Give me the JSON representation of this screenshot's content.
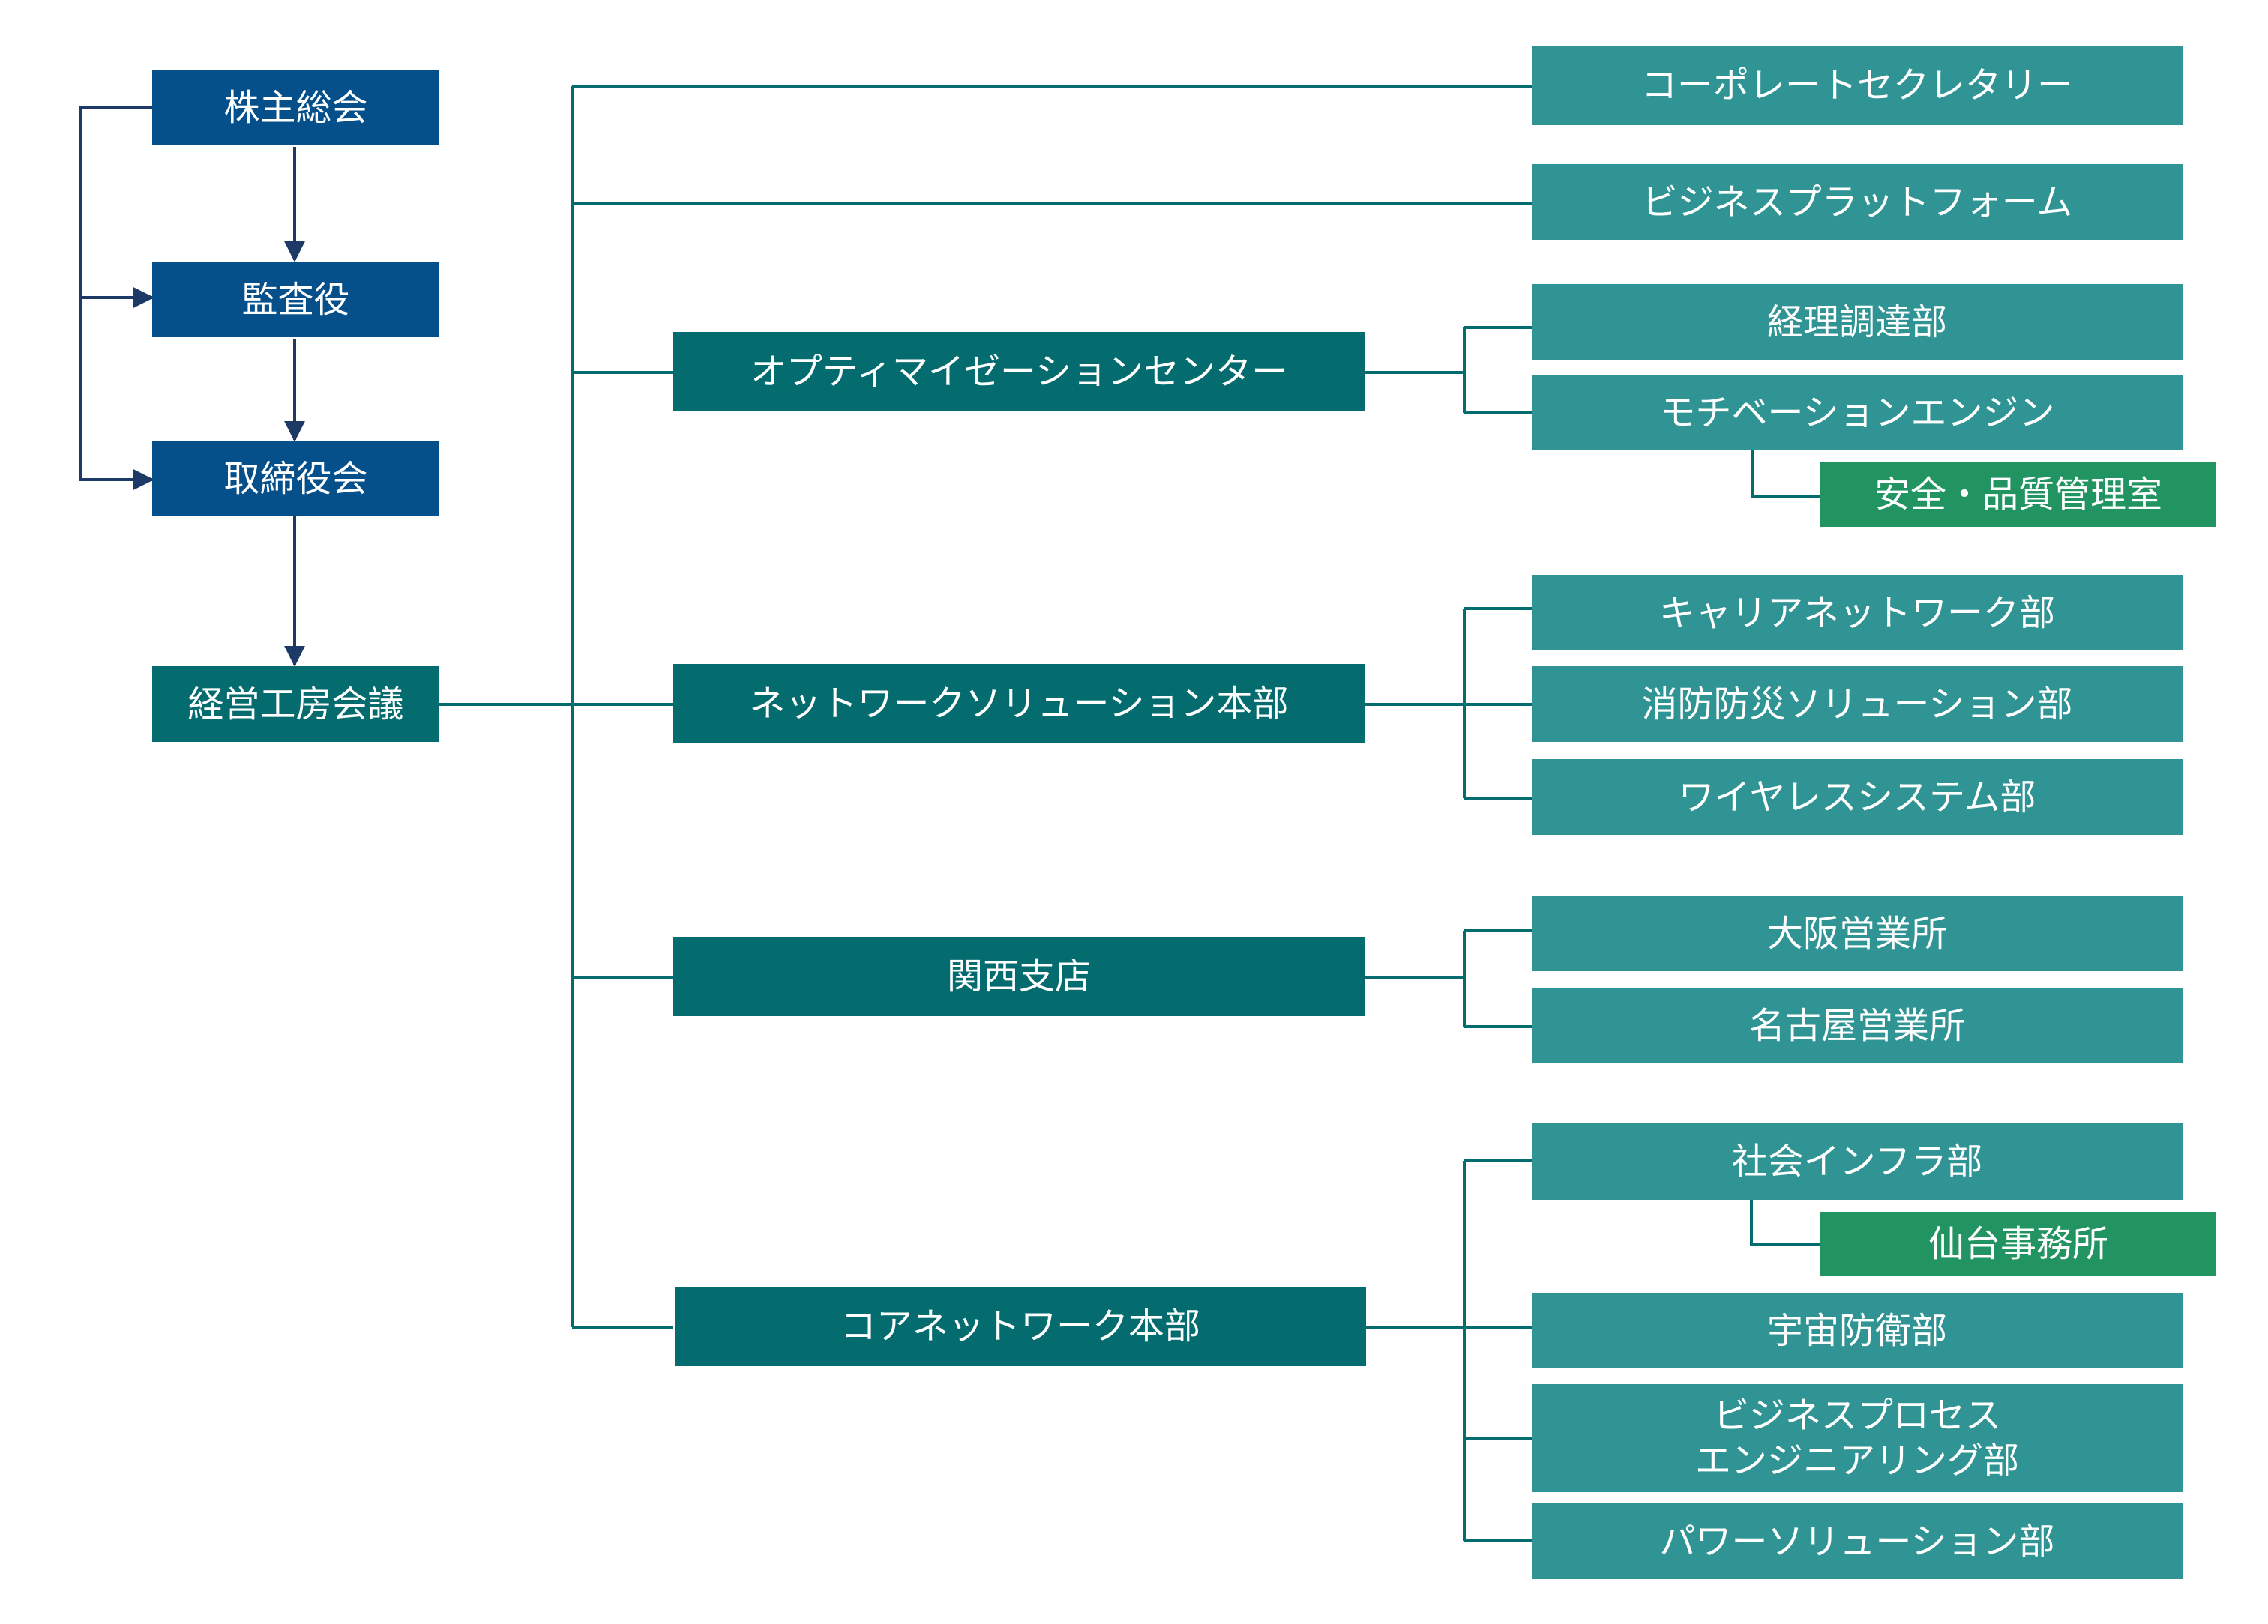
{
  "colors": {
    "governance": "#05508a",
    "management": "#046b6e",
    "division": "#046b6e",
    "department": "#319494",
    "subunit": "#229462",
    "connector_teal": "#046b6e",
    "connector_navy": "#1d3a66"
  },
  "governance": {
    "shareholders_meeting": "株主総会",
    "auditor": "監査役",
    "board_of_directors": "取締役会",
    "management_council": "経営工房会議"
  },
  "direct_departments": {
    "corporate_secretary": "コーポレートセクレタリー",
    "business_platform": "ビジネスプラットフォーム"
  },
  "divisions": {
    "optimization_center": {
      "label": "オプティマイゼーションセンター",
      "departments": {
        "accounting_procurement": "経理調達部",
        "motivation_engine": "モチベーションエンジン"
      },
      "subunits": {
        "safety_quality": "安全・品質管理室"
      }
    },
    "network_solutions": {
      "label": "ネットワークソリューション本部",
      "departments": {
        "carrier_network": "キャリアネットワーク部",
        "fire_disaster": "消防防災ソリューション部",
        "wireless_systems": "ワイヤレスシステム部"
      }
    },
    "kansai_branch": {
      "label": "関西支店",
      "departments": {
        "osaka_office": "大阪営業所",
        "nagoya_office": "名古屋営業所"
      }
    },
    "core_network": {
      "label": "コアネットワーク本部",
      "departments": {
        "social_infra": "社会インフラ部",
        "space_defense": "宇宙防衛部",
        "bpe_line1": "ビジネスプロセス",
        "bpe_line2": "エンジニアリング部",
        "power_solutions": "パワーソリューション部"
      },
      "subunits": {
        "sendai_office": "仙台事務所"
      }
    }
  }
}
